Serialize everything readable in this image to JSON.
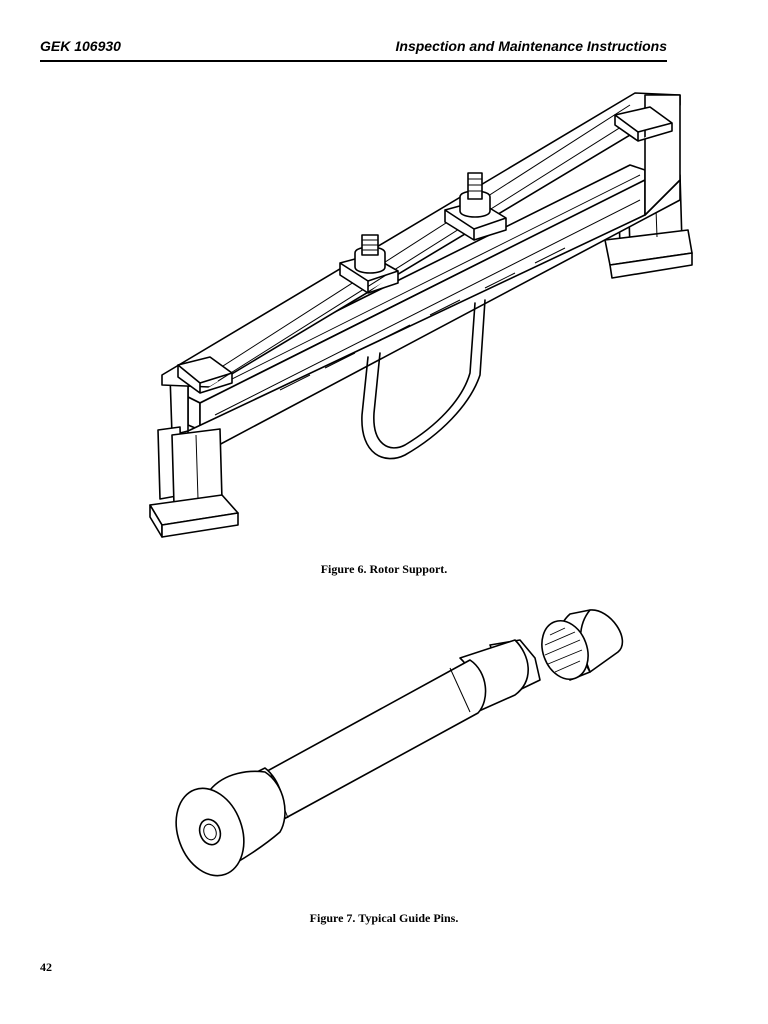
{
  "header": {
    "doc_id": "GEK 106930",
    "title": "Inspection and Maintenance Instructions"
  },
  "figures": [
    {
      "caption": "Figure 6.  Rotor Support."
    },
    {
      "caption": "Figure 7.  Typical Guide Pins."
    }
  ],
  "footer": {
    "page_number": "42"
  }
}
